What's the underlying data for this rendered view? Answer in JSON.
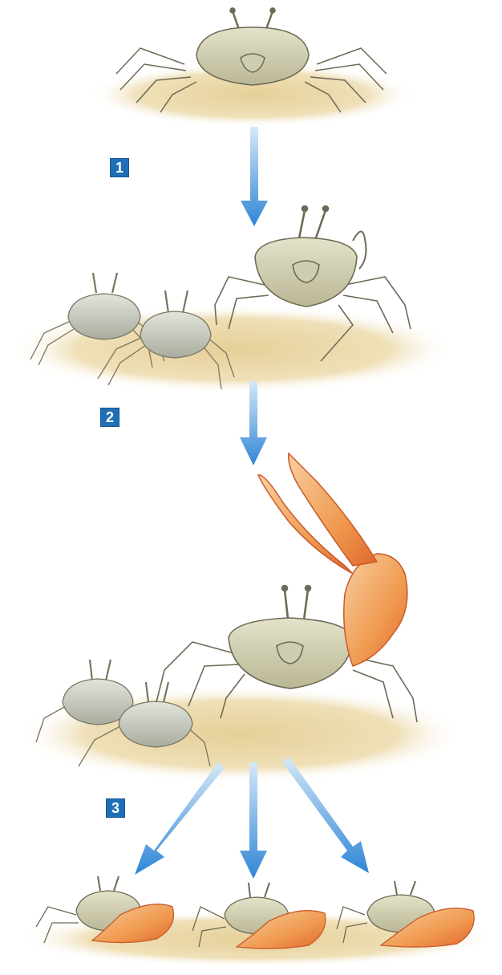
{
  "steps": [
    {
      "label": "1"
    },
    {
      "label": "2"
    },
    {
      "label": "3"
    }
  ],
  "colors": {
    "sand": "#e9d6a6",
    "shell": "#d8d7b8",
    "shell_grey": "#c9cbbf",
    "claw": "#f0a25a",
    "arrow": "#3d8fd9",
    "badge": "#1f6fb8"
  }
}
